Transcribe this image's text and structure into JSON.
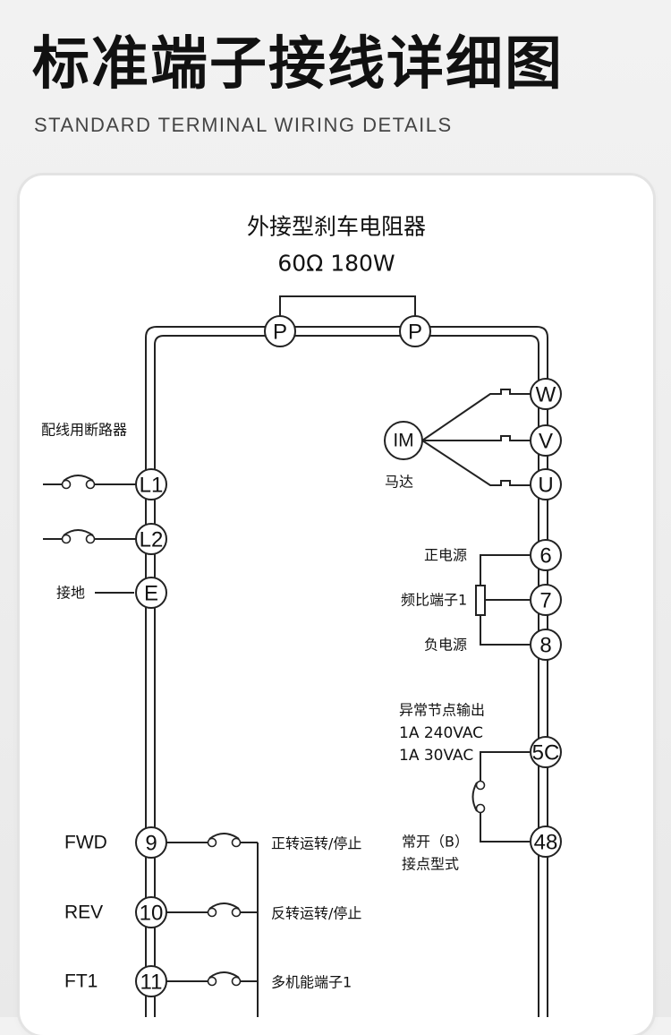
{
  "header": {
    "title": "标准端子接线详细图",
    "subtitle": "STANDARD TERMINAL WIRING DETAILS"
  },
  "diagram": {
    "brake_resistor": {
      "label": "外接型刹车电阻器",
      "rating": "60Ω 180W"
    },
    "terminals": {
      "p1": "P",
      "p2": "P",
      "w": "W",
      "v": "V",
      "u": "U",
      "l1": "L1",
      "l2": "L2",
      "e": "E",
      "t6": "6",
      "t7": "7",
      "t8": "8",
      "t5c": "5C",
      "t48": "48",
      "t9": "9",
      "t10": "10",
      "t11": "11"
    },
    "motor": {
      "symbol": "IM",
      "label": "马达"
    },
    "breaker_label": "配线用断路器",
    "ground_label": "接地",
    "analog": {
      "pos_supply": "正电源",
      "freq_ref": "频比端子1",
      "neg_supply": "负电源"
    },
    "relay": {
      "title": "异常节点输出",
      "rating1": "1A 240VAC",
      "rating2": "1A 30VAC",
      "contact_type_line1": "常开（B）",
      "contact_type_line2": "接点型式"
    },
    "inputs": [
      {
        "code": "FWD",
        "desc": "正转运转/停止"
      },
      {
        "code": "REV",
        "desc": "反转运转/停止"
      },
      {
        "code": "FT1",
        "desc": "多机能端子1"
      }
    ]
  }
}
